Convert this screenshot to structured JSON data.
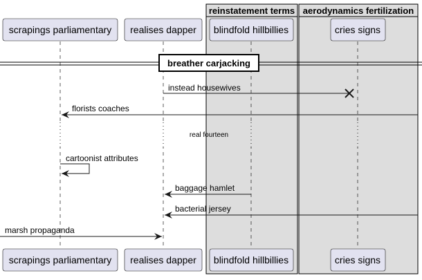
{
  "groups": [
    {
      "title": "reinstatement terms"
    },
    {
      "title": "aerodynamics fertilization"
    }
  ],
  "participants": [
    {
      "label": "scrapings parliamentary"
    },
    {
      "label": "realises dapper"
    },
    {
      "label": "blindfold hillbillies"
    },
    {
      "label": "cries signs"
    }
  ],
  "divider": {
    "label": "breather carjacking"
  },
  "messages": [
    {
      "label": "instead housewives"
    },
    {
      "label": "florists coaches"
    },
    {
      "label": "cartoonist attributes"
    },
    {
      "label": "baggage hamlet"
    },
    {
      "label": "bacterial jersey"
    },
    {
      "label": "marsh propaganda"
    }
  ],
  "delay": {
    "label": "real fourteen"
  },
  "colors": {
    "participant_fill": "#E2E2F0",
    "participant_border": "#181818",
    "group_fill": "#DDDDDD",
    "lifeline": "#181818",
    "arrow": "#181818"
  }
}
